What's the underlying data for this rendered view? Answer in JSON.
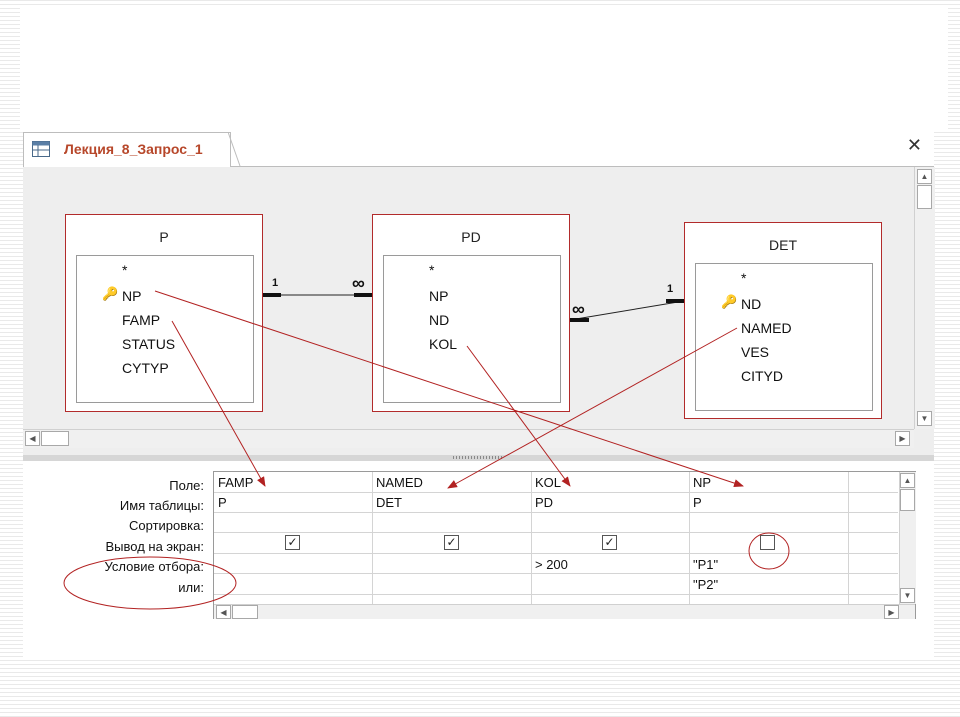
{
  "tab": {
    "label": "Лекция_8_Запрос_1",
    "icon": "query-icon"
  },
  "close_icon": "close-icon",
  "tables": {
    "p": {
      "title": "P",
      "fields": [
        "*",
        "NP",
        "FAMP",
        "STATUS",
        "CYTYP"
      ]
    },
    "pd": {
      "title": "PD",
      "fields": [
        "*",
        "NP",
        "ND",
        "KOL"
      ]
    },
    "det": {
      "title": "DET",
      "fields": [
        "*",
        "ND",
        "NAMED",
        "VES",
        "CITYD"
      ]
    }
  },
  "relations": {
    "one": "1",
    "many": "∞"
  },
  "row_labels": {
    "field": "Поле:",
    "table": "Имя таблицы:",
    "sort": "Сортировка:",
    "show": "Вывод на экран:",
    "criteria": "Условие отбора:",
    "or": "или:"
  },
  "columns": [
    {
      "field": "FAMP",
      "table": "P",
      "show": true,
      "criteria": "",
      "or": ""
    },
    {
      "field": "NAMED",
      "table": "DET",
      "show": true,
      "criteria": "",
      "or": ""
    },
    {
      "field": "KOL",
      "table": "PD",
      "show": true,
      "criteria": "> 200",
      "or": ""
    },
    {
      "field": "NP",
      "table": "P",
      "show": false,
      "criteria": "\"P1\"",
      "or": "\"P2\""
    }
  ],
  "annotation_color": "#b22222"
}
